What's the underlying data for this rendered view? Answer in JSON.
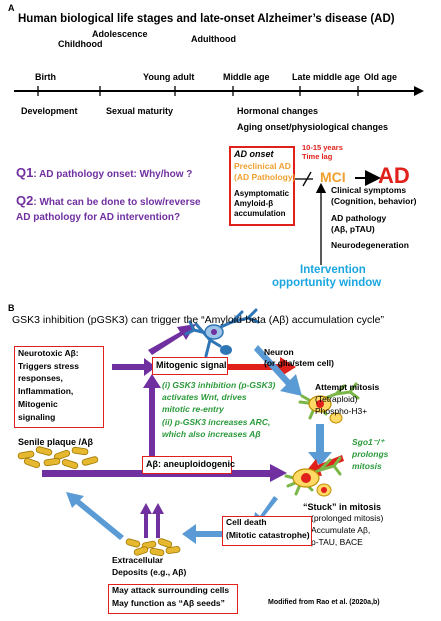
{
  "panel_a": {
    "label": "A",
    "title": "Human biological life stages and late-onset Alzheimer’s disease (AD)",
    "stages": {
      "childhood": "Childhood",
      "adolescence": "Adolescence",
      "adulthood": "Adulthood",
      "birth": "Birth",
      "young_adult": "Young adult",
      "middle_age": "Middle age",
      "late_middle_age": "Late middle age",
      "old_age": "Old age"
    },
    "events": {
      "development": "Development",
      "sexual_maturity": "Sexual maturity",
      "hormonal": "Hormonal changes",
      "aging": "Aging onset/physiological changes"
    },
    "q1_label": "Q1",
    "q1_text": ": AD pathology onset: Why/how ?",
    "q2_label": "Q2",
    "q2_text_line1": ": What can be done to slow/reverse",
    "q2_text_line2": "AD pathology for AD intervention?",
    "onset_box": {
      "title": "AD onset",
      "preclinical_1": "Preclinical AD",
      "preclinical_2": "(AD Pathology)",
      "asymptomatic_1": "Asymptomatic",
      "asymptomatic_2": "Amyloid-β",
      "asymptomatic_3": "accumulation"
    },
    "time_lag_1": "10-15 years",
    "time_lag_2": "Time lag",
    "mci": "MCI",
    "ad": "AD",
    "clinical_1": "Clinical symptoms",
    "clinical_2": "(Cognition, behavior)",
    "pathology_1": "AD pathology",
    "pathology_2": "(Aβ, pTAU)",
    "neurodegeneration": "Neurodegeneration",
    "window_1": "Intervention",
    "window_2": "opportunity window"
  },
  "panel_b": {
    "label": "B",
    "title": "GSK3 inhibition (pGSK3) can trigger the “Amyloid-beta (Aβ) accumulation cycle”",
    "neurotoxic_box": [
      "Neurotoxic Aβ:",
      "Triggers stress",
      "responses,",
      "Inflammation,",
      "Mitogenic",
      "signaling"
    ],
    "neuron_1": "Neuron",
    "neuron_2": "(or glia/stem cell)",
    "mitogenic_signal": "Mitogenic signal",
    "gsk3_lines": [
      "(i) GSK3 inhibition (p-GSK3)",
      "activates Wnt, drives",
      "mitotic re-entry",
      "(ii) p-GSK3 increases ARC,",
      "which also increases Aβ"
    ],
    "attempt": [
      "Attempt mitosis",
      "(Tetraploid)",
      "Phospho-H3+"
    ],
    "senile": "Senile plaque /Aβ",
    "sgo1": [
      "Sgo1⁻/⁺",
      "prolongs",
      "mitosis"
    ],
    "aneuploid": "Aβ: aneuploidogenic",
    "stuck_title": "“Stuck” in mitosis",
    "stuck": [
      "(prolonged mitosis)",
      "Accumulate Aβ,",
      "p-TAU, BACE"
    ],
    "cell_death": [
      "Cell death",
      "(Mitotic catastrophe)"
    ],
    "extracellular": [
      "Extracellular",
      "Deposits (e.g., Aβ)"
    ],
    "attack": [
      "May attack surrounding cells",
      "May function as “Aβ seeds”"
    ],
    "modified": "Modified from Rao et al. (2020a,b)"
  },
  "colors": {
    "purple": "#7030a0",
    "red": "#e0201a",
    "orange": "#f0a030",
    "green": "#2a9a3a",
    "blue_arrow": "#5b9bd5",
    "cyan_text": "#1aa6e0"
  }
}
